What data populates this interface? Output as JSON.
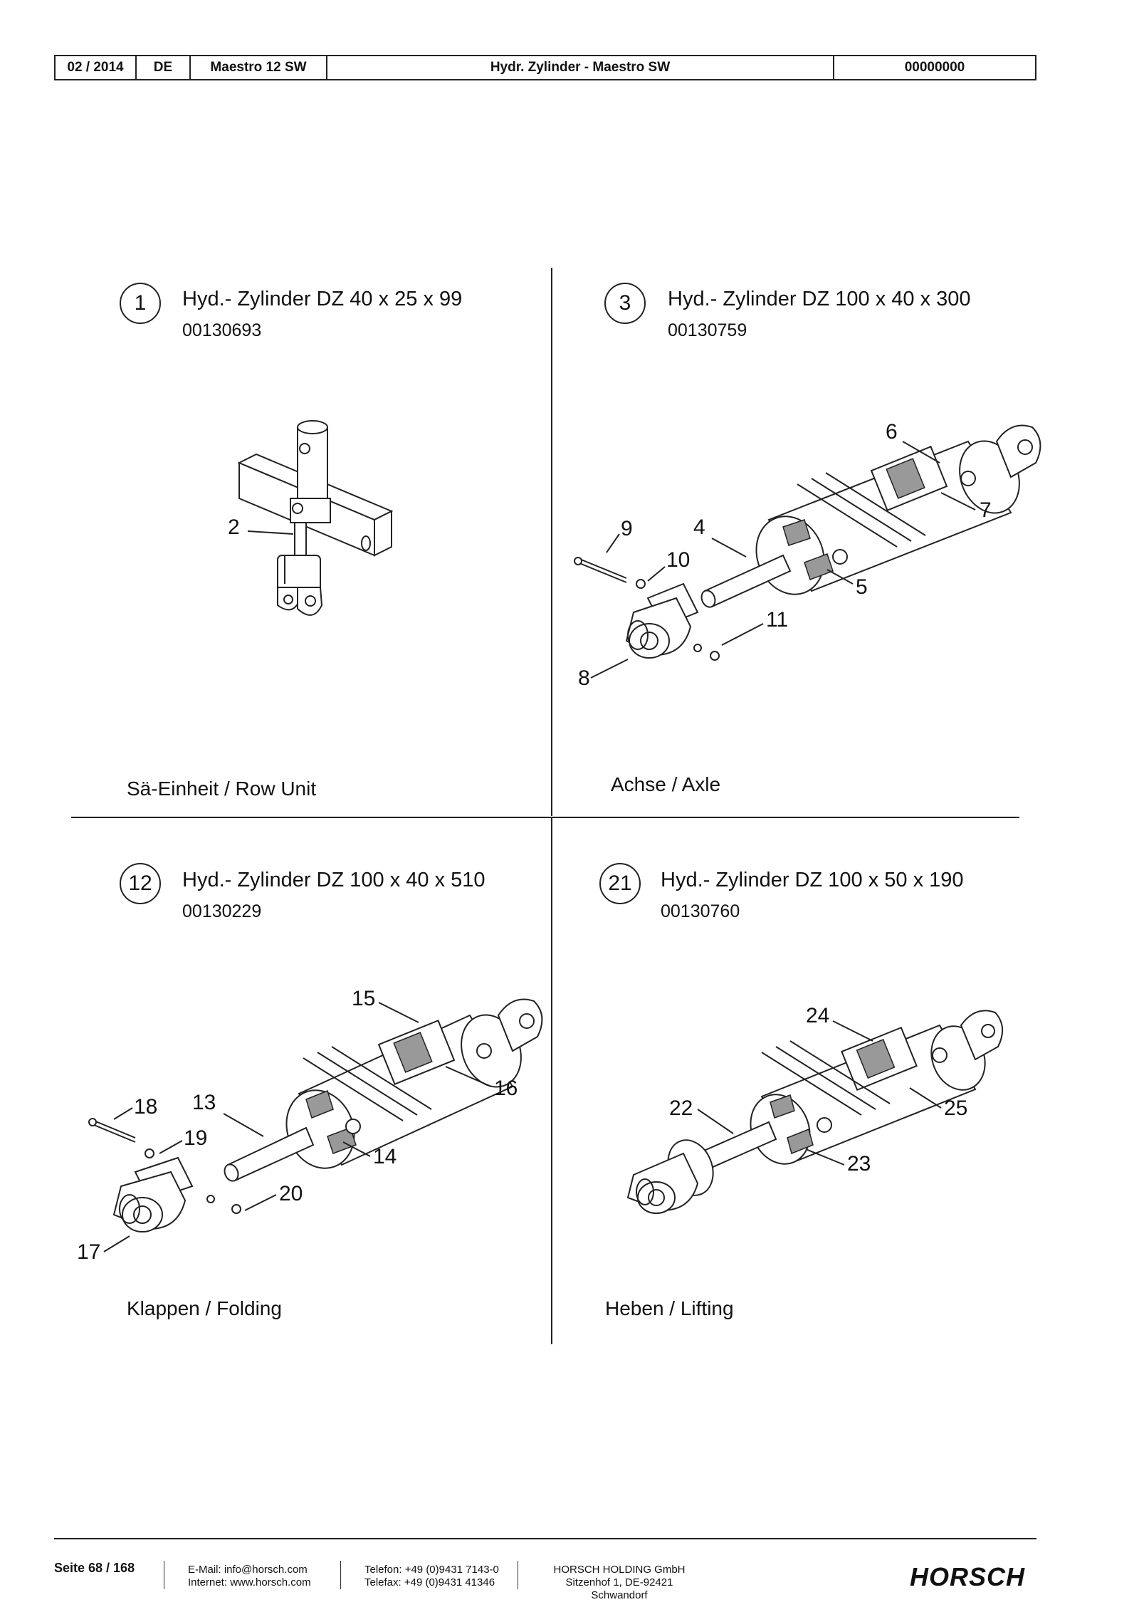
{
  "header": {
    "date": "02 / 2014",
    "lang": "DE",
    "machine": "Maestro 12 SW",
    "title": "Hydr. Zylinder - Maestro SW",
    "code": "00000000"
  },
  "sections": [
    {
      "number": "1",
      "title": "Hyd.- Zylinder DZ 40 x 25 x 99",
      "part_no": "00130693",
      "caption": "Sä-Einheit / Row Unit",
      "callouts": [
        "2"
      ]
    },
    {
      "number": "3",
      "title": "Hyd.- Zylinder DZ 100 x 40 x 300",
      "part_no": "00130759",
      "caption": "Achse / Axle",
      "callouts": [
        "6",
        "7",
        "9",
        "4",
        "10",
        "5",
        "11",
        "8"
      ]
    },
    {
      "number": "12",
      "title": "Hyd.- Zylinder DZ 100 x 40 x 510",
      "part_no": "00130229",
      "caption": "Klappen / Folding",
      "callouts": [
        "15",
        "16",
        "18",
        "13",
        "19",
        "14",
        "20",
        "17"
      ]
    },
    {
      "number": "21",
      "title": "Hyd.- Zylinder DZ 100 x 50 x 190",
      "part_no": "00130760",
      "caption": "Heben / Lifting",
      "callouts": [
        "24",
        "22",
        "25",
        "23"
      ]
    }
  ],
  "footer": {
    "page": "Seite 68 / 168",
    "email": "E-Mail: info@horsch.com",
    "internet": "Internet: www.horsch.com",
    "phone": "Telefon: +49 (0)9431 7143-0",
    "fax": "Telefax: +49 (0)9431 41346",
    "company": "HORSCH HOLDING GmbH",
    "address": "Sitzenhof 1, DE-92421 Schwandorf",
    "logo": "HORSCH"
  }
}
